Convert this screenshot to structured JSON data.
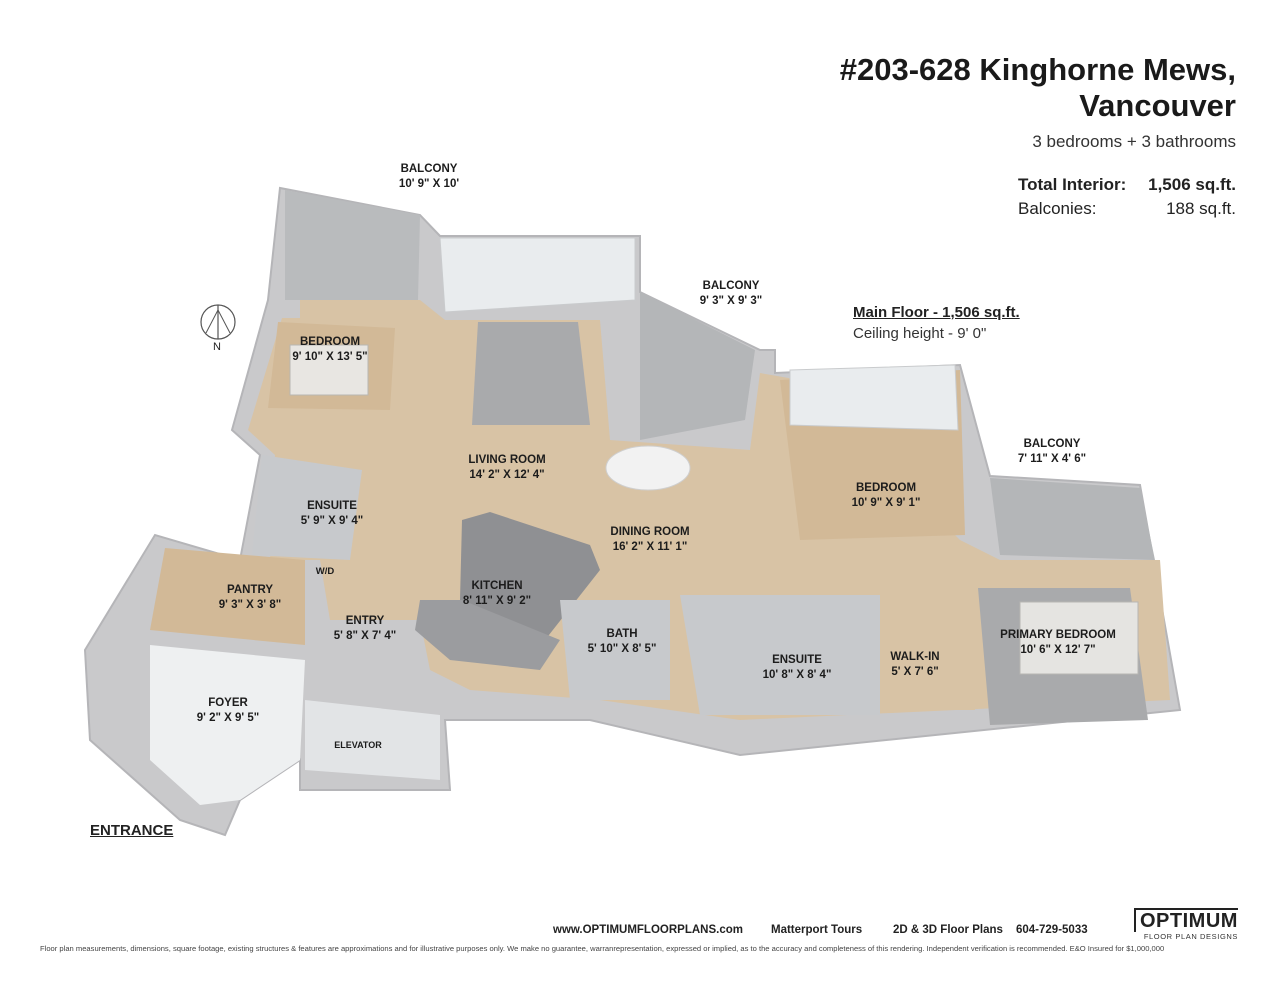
{
  "header": {
    "address_line1": "#203-628 Kinghorne Mews,",
    "address_line2": "Vancouver",
    "summary": "3 bedrooms + 3 bathrooms"
  },
  "stats": {
    "total_interior_label": "Total Interior:",
    "total_interior_value": "1,506 sq.ft.",
    "balconies_label": "Balconies:",
    "balconies_value": "188 sq.ft."
  },
  "floor": {
    "title": "Main Floor - 1,506 sq.ft.",
    "ceiling": "Ceiling height - 9' 0\""
  },
  "compass": {
    "label": "N"
  },
  "rooms": [
    {
      "name": "BALCONY",
      "dim": "10' 9\" X 10'"
    },
    {
      "name": "BEDROOM",
      "dim": "9' 10\" X 13' 5\""
    },
    {
      "name": "BALCONY",
      "dim": "9' 3\" X 9' 3\""
    },
    {
      "name": "LIVING ROOM",
      "dim": "14' 2\" X 12' 4\""
    },
    {
      "name": "BEDROOM",
      "dim": "10' 9\" X 9' 1\""
    },
    {
      "name": "BALCONY",
      "dim": "7' 11\" X 4' 6\""
    },
    {
      "name": "ENSUITE",
      "dim": "5' 9\" X 9' 4\""
    },
    {
      "name": "DINING ROOM",
      "dim": "16' 2\" X 11' 1\""
    },
    {
      "name": "KITCHEN",
      "dim": "8' 11\" X 9' 2\""
    },
    {
      "name": "PANTRY",
      "dim": "9' 3\" X 3' 8\""
    },
    {
      "name": "ENTRY",
      "dim": "5' 8\" X 7' 4\""
    },
    {
      "name": "BATH",
      "dim": "5' 10\" X 8' 5\""
    },
    {
      "name": "ENSUITE",
      "dim": "10' 8\" X 8' 4\""
    },
    {
      "name": "WALK-IN",
      "dim": "5' X 7' 6\""
    },
    {
      "name": "PRIMARY BEDROOM",
      "dim": "10' 6\" X 12' 7\""
    },
    {
      "name": "FOYER",
      "dim": "9' 2\" X 9' 5\""
    }
  ],
  "small_labels": {
    "wd": "W/D",
    "elevator": "ELEVATOR"
  },
  "entrance": "ENTRANCE",
  "footer": {
    "website": "www.OPTIMUMFLOORPLANS.com",
    "matterport": "Matterport Tours",
    "plans": "2D & 3D Floor Plans",
    "phone": "604-729-5033",
    "disclaimer": "Floor plan measurements, dimensions, square footage, existing structures & features are approximations and for illustrative purposes only. We make no guarantee, warranrepresentation, expressed or implied, as to the accuracy and completeness of this rendering. Independent verification is recommended. E&O Insured for $1,000,000"
  },
  "logo": {
    "main": "OPTIMUM",
    "sub": "FLOOR PLAN DESIGNS"
  },
  "colors": {
    "floor": "#d8c3a5",
    "wall": "#c9c9cb",
    "tile": "#c7c9cc",
    "rug": "#a9aaac",
    "glass": "#e9ecee"
  }
}
